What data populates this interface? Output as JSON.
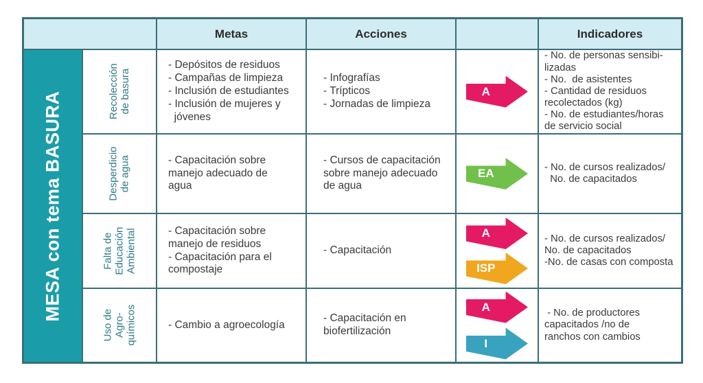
{
  "sidebar": {
    "title": "MESA con tema BASURA"
  },
  "header": {
    "metas": "Metas",
    "acciones": "Acciones",
    "arrows": "",
    "indicadores": "Indicadores"
  },
  "colors": {
    "sidebar_teal": "#1B9DA9",
    "header_blue": "#D2ECF3",
    "grid_border": "#3A6E77",
    "label_teal": "#2F7B86",
    "arrow_pink": "#E41A64",
    "arrow_green": "#71C04C",
    "arrow_orange": "#F1A61F",
    "arrow_blue": "#39A3BF"
  },
  "rows": [
    {
      "label": "Recolección\nde basura",
      "metas": "- Depósitos de residuos\n- Campañas de limpieza\n- Inclusión de estudiantes\n- Inclusión de mujeres y\n  jóvenes",
      "acciones": "- Infografías\n- Trípticos\n- Jornadas de limpieza",
      "arrows": [
        {
          "label": "A",
          "color": "#E41A64",
          "name": "pink-arrow"
        }
      ],
      "indicadores": "- No. de personas sensibi-\nlizadas\n- No.  de asistentes\n- Cantidad de residuos\nrecolectados (kg)\n- No. de estudiantes/horas\nde servicio social"
    },
    {
      "label": "Desperdicio\nde agua",
      "metas": "- Capacitación sobre\nmanejo adecuado de\nagua",
      "acciones": "- Cursos de capacitación\nsobre manejo adecuado\nde agua",
      "arrows": [
        {
          "label": "EA",
          "color": "#71C04C",
          "name": "green-arrow"
        }
      ],
      "indicadores": "- No. de cursos realizados/\n  No. de capacitados"
    },
    {
      "label": "Falta de\nEducación\nAmbiental",
      "metas": "- Capacitación sobre\nmanejo de residuos\n- Capacitación para el\ncompostaje",
      "acciones": "- Capacitación",
      "arrows": [
        {
          "label": "A",
          "color": "#E41A64",
          "name": "pink-arrow"
        },
        {
          "label": "ISP",
          "color": "#F1A61F",
          "name": "orange-arrow"
        }
      ],
      "indicadores": "- No. de cursos realizados/\nNo. de capacitados\n-No. de casas con composta"
    },
    {
      "label": "Uso de\nAgro-\nquímicos",
      "metas": "- Cambio a agroecología",
      "acciones": "- Capacitación en\nbiofertilización",
      "arrows": [
        {
          "label": "A",
          "color": "#E41A64",
          "name": "pink-arrow"
        },
        {
          "label": "I",
          "color": "#39A3BF",
          "name": "blue-arrow"
        }
      ],
      "indicadores": " - No. de productores\ncapacitados /no de\nranchos con cambios"
    }
  ]
}
